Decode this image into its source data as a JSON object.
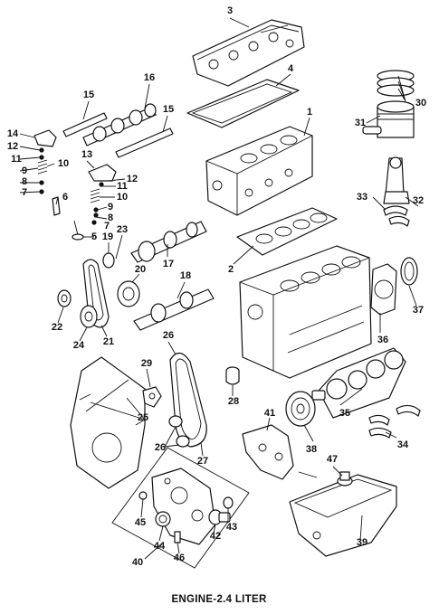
{
  "caption": "ENGINE-2.4 LITER",
  "callouts": [
    "1",
    "2",
    "3",
    "4",
    "5",
    "6",
    "7",
    "8",
    "9",
    "10",
    "11",
    "12",
    "13",
    "14",
    "15",
    "16",
    "17",
    "18",
    "19",
    "20",
    "21",
    "22",
    "23",
    "24",
    "25",
    "26",
    "27",
    "28",
    "29",
    "30",
    "31",
    "32",
    "33",
    "34",
    "35",
    "36",
    "37",
    "38",
    "39",
    "40",
    "41",
    "42",
    "43",
    "44",
    "45",
    "46",
    "47"
  ],
  "colors": {
    "line": "#111111",
    "background": "#ffffff"
  }
}
